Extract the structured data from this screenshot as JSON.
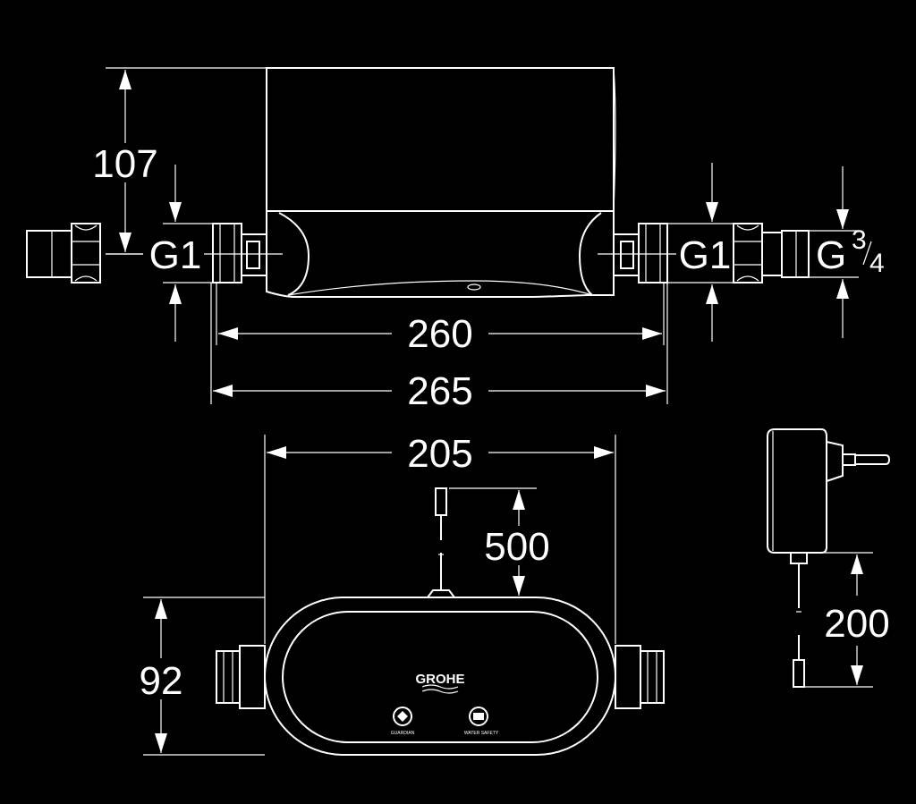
{
  "dimensions": {
    "top_height": "107",
    "thread_left": "G1",
    "thread_right": "G1",
    "thread_outlet_letter": "G",
    "thread_outlet_num": "3",
    "thread_outlet_den": "4",
    "length_inner": "260",
    "length_outer": "265",
    "width_body": "205",
    "cable_length": "500",
    "front_height": "92",
    "adapter_cable": "200"
  },
  "front_panel": {
    "brand": "GROHE",
    "label_left": "GUARDIAN",
    "label_right": "WATER SAFETY"
  }
}
